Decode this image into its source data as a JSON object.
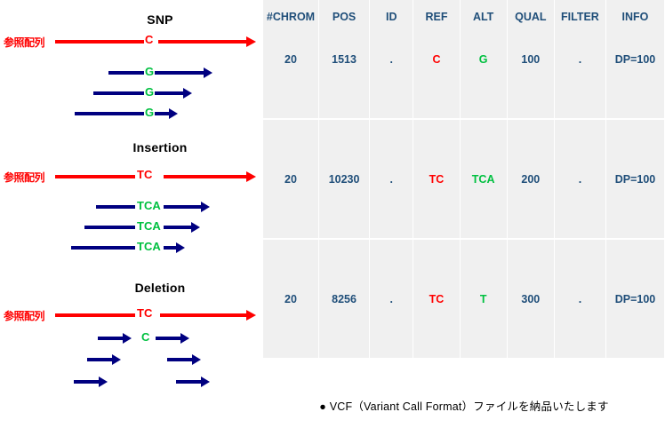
{
  "diagram": {
    "reference_label": "参照配列",
    "sections": [
      {
        "title": "SNP",
        "ref_allele": "C",
        "reads": [
          {
            "allele": "G"
          },
          {
            "allele": "G"
          },
          {
            "allele": "G"
          }
        ]
      },
      {
        "title": "Insertion",
        "ref_allele": "TC",
        "reads": [
          {
            "allele": "TCA"
          },
          {
            "allele": "TCA"
          },
          {
            "allele": "TCA"
          }
        ]
      },
      {
        "title": "Deletion",
        "ref_allele": "TC",
        "reads": [
          {
            "allele": "C"
          },
          {
            "allele": ""
          },
          {
            "allele": ""
          }
        ]
      }
    ]
  },
  "vcf": {
    "columns": [
      "#CHROM",
      "POS",
      "ID",
      "REF",
      "ALT",
      "QUAL",
      "FILTER",
      "INFO"
    ],
    "rows": [
      {
        "chrom": "20",
        "pos": "1513",
        "id": ".",
        "ref": "C",
        "alt": "G",
        "qual": "100",
        "filter": ".",
        "info": "DP=100"
      },
      {
        "chrom": "20",
        "pos": "10230",
        "id": ".",
        "ref": "TC",
        "alt": "TCA",
        "qual": "200",
        "filter": ".",
        "info": "DP=100"
      },
      {
        "chrom": "20",
        "pos": "8256",
        "id": ".",
        "ref": "TC",
        "alt": "T",
        "qual": "300",
        "filter": ".",
        "info": "DP=100"
      }
    ]
  },
  "caption": {
    "bullet": "●",
    "text": "VCF（Variant Call Format）ファイルを納品いたします"
  },
  "colors": {
    "reference": "#ff0000",
    "read": "#000080",
    "alt_allele": "#00c040",
    "table_text": "#1f4e79",
    "table_cell_bg": "#f0f0f0"
  }
}
